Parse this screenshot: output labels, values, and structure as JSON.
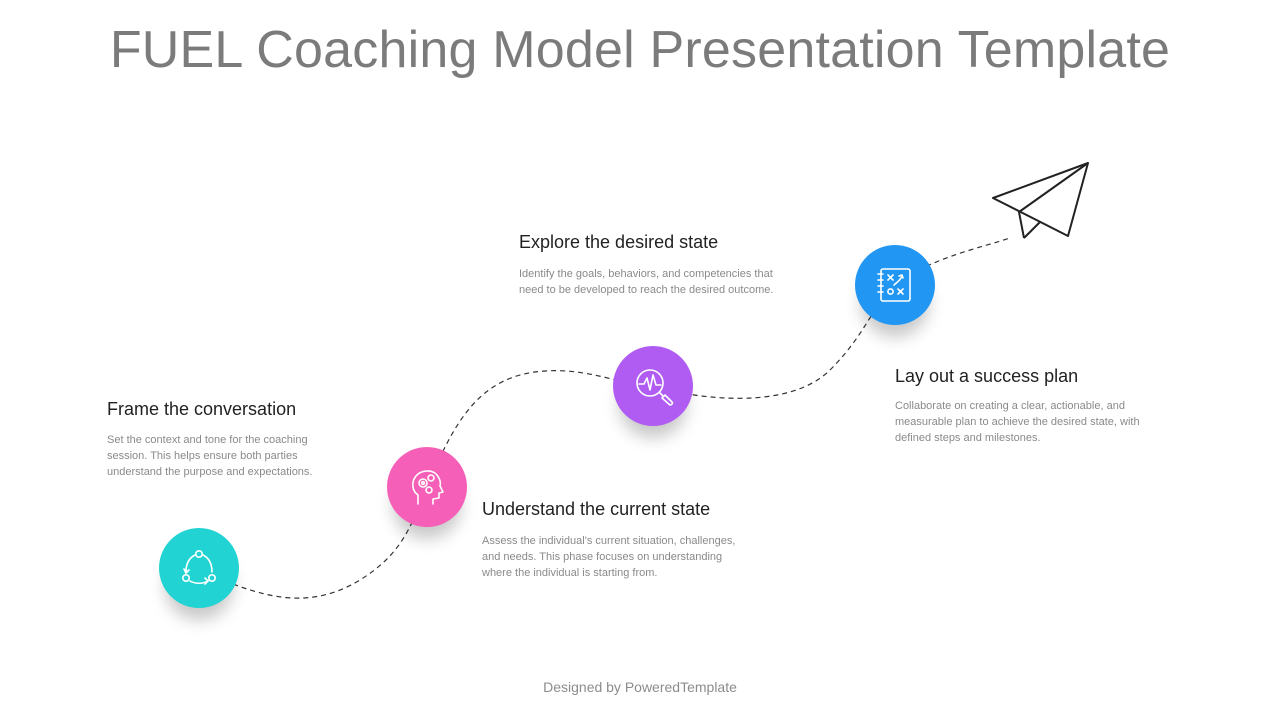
{
  "title": "FUEL Coaching Model Presentation Template",
  "footer": "Designed by PoweredTemplate",
  "steps": [
    {
      "title": "Frame the conversation",
      "description": "Set the context and tone for the coaching session. This helps ensure both parties understand the purpose and expectations.",
      "color": "#22d3d3",
      "icon": "cycle-arrows-icon"
    },
    {
      "title": "Understand the current state",
      "description": "Assess the individual's current situation, challenges, and needs. This phase focuses on understanding where the individual is starting from.",
      "color": "#f55fb7",
      "icon": "head-gears-icon"
    },
    {
      "title": "Explore the desired state",
      "description": "Identify the goals, behaviors, and competencies that need to be developed to reach the desired outcome.",
      "color": "#b05cf2",
      "icon": "magnifier-pulse-icon"
    },
    {
      "title": "Lay out a success plan",
      "description": "Collaborate on creating a clear, actionable, and measurable plan to achieve the desired state, with defined steps and milestones.",
      "color": "#2196f3",
      "icon": "strategy-board-icon"
    }
  ],
  "decoration": {
    "icon": "paper-plane-icon"
  }
}
